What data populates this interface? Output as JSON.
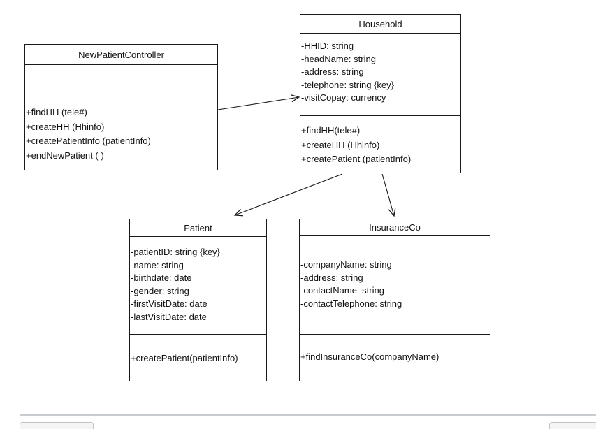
{
  "diagram": {
    "type": "uml-class-diagram",
    "line_color": "#1a1a1a",
    "classes": [
      {
        "name": "NewPatientController",
        "attributes": [],
        "methods": [
          "+findHH (tele#)",
          "+createHH (Hhinfo)",
          "+createPatientInfo (patientInfo)",
          "+endNewPatient ( )"
        ]
      },
      {
        "name": "Household",
        "attributes": [
          "-HHID: string",
          "-headName: string",
          "-address: string",
          "-telephone: string {key}",
          "-visitCopay: currency"
        ],
        "methods": [
          "+findHH(tele#)",
          "+createHH (Hhinfo)",
          "+createPatient (patientInfo)"
        ]
      },
      {
        "name": "Patient",
        "attributes": [
          "-patientID: string {key}",
          "-name: string",
          "-birthdate: date",
          "-gender: string",
          "-firstVisitDate: date",
          "-lastVisitDate: date"
        ],
        "methods": [
          "+createPatient(patientInfo)"
        ]
      },
      {
        "name": "InsuranceCo",
        "attributes": [
          "-companyName: string",
          "-address: string",
          "-contactName: string",
          "-contactTelephone: string"
        ],
        "methods": [
          "+findInsuranceCo(companyName)"
        ]
      }
    ],
    "relationships": [
      {
        "from": "NewPatientController",
        "to": "Household",
        "style": "open-arrow"
      },
      {
        "from": "Household",
        "to": "Patient",
        "style": "open-arrow"
      },
      {
        "from": "Household",
        "to": "InsuranceCo",
        "style": "open-arrow"
      }
    ]
  },
  "footer": {
    "divider_color": "#c8ccd0",
    "left_button_label": "",
    "right_button_label": ""
  }
}
